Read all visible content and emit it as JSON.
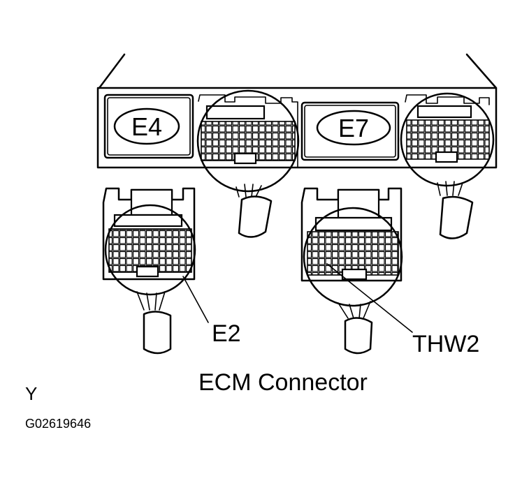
{
  "diagram": {
    "ecm_labels": {
      "left": "E4",
      "right": "E7"
    },
    "pin_labels": {
      "e2": "E2",
      "thw2": "THW2"
    },
    "caption": "ECM Connector",
    "corner_letter": "Y",
    "figure_id": "G02619646"
  }
}
